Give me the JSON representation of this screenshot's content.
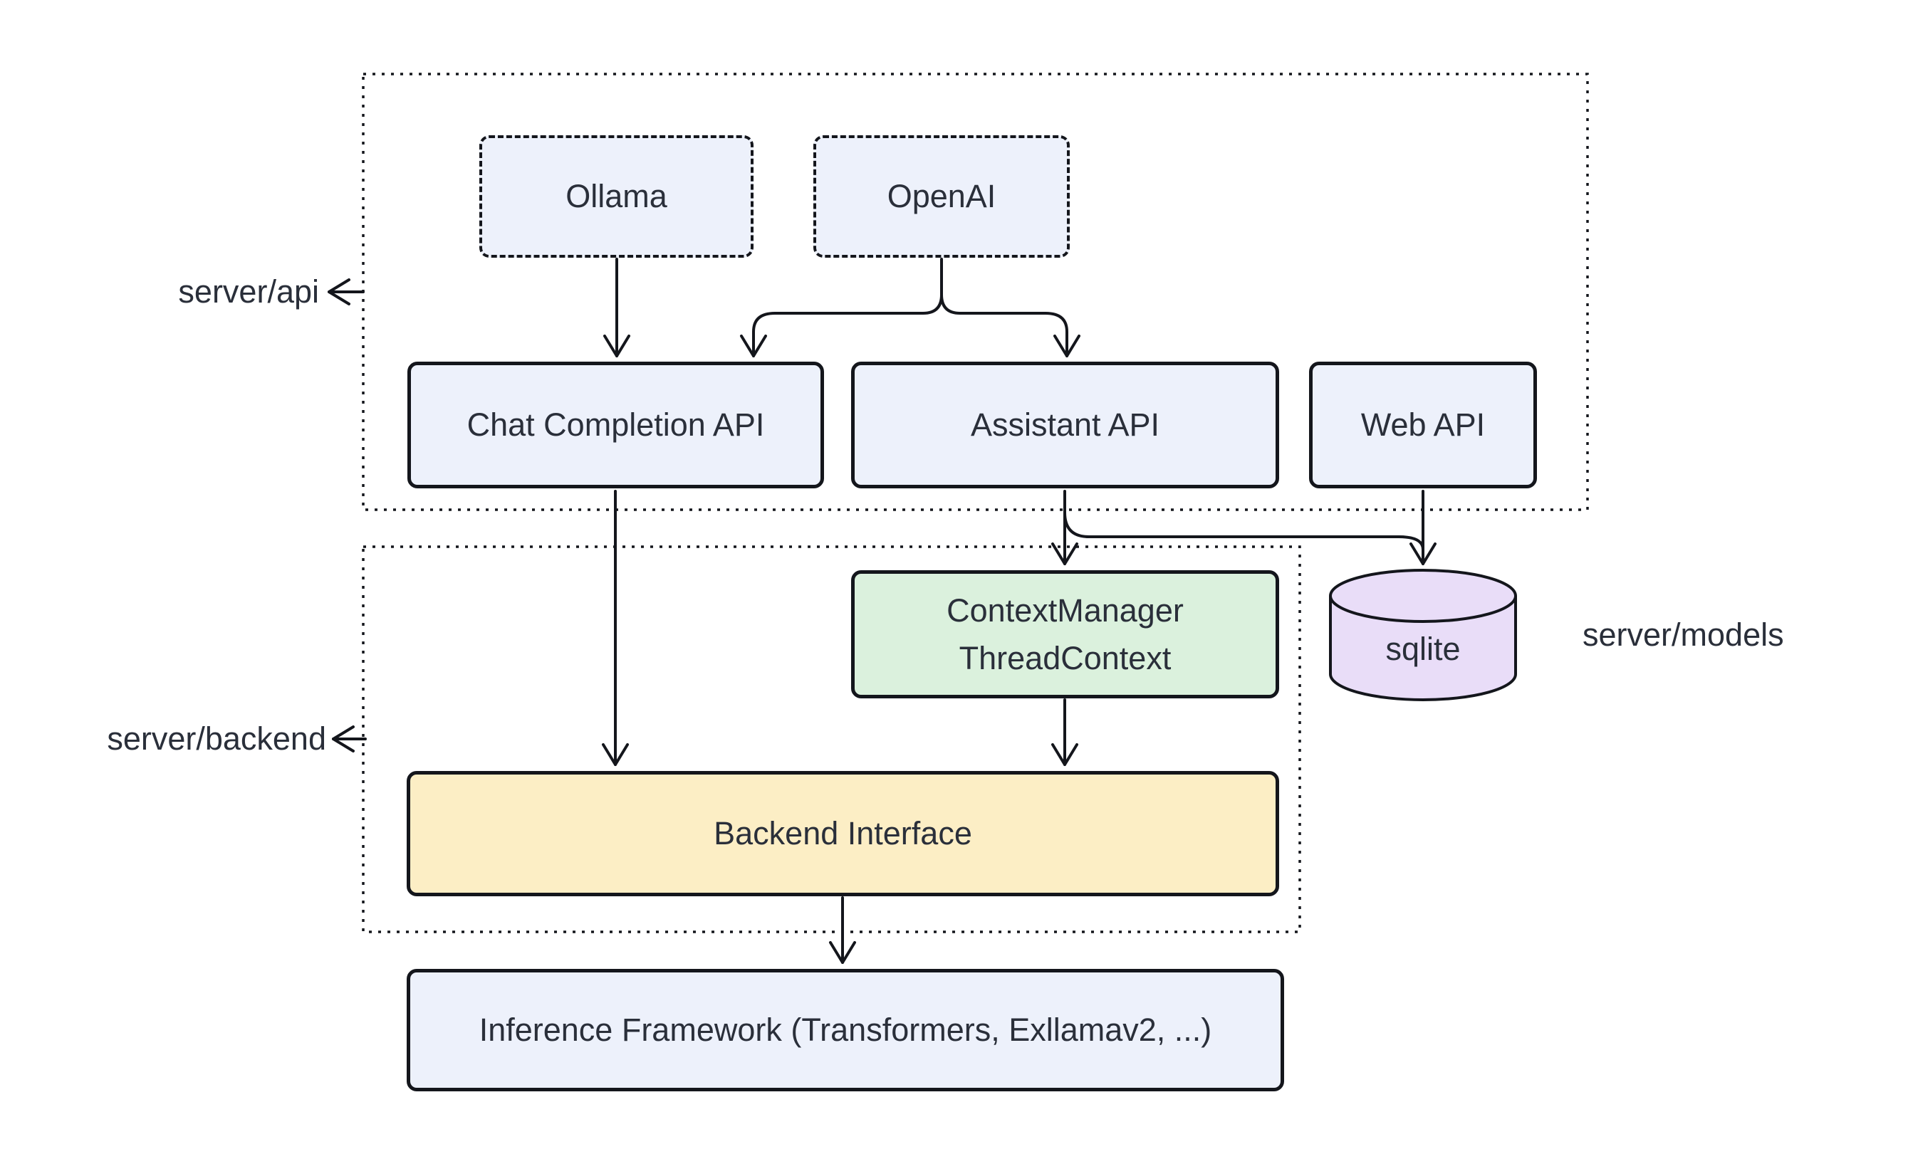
{
  "containers": {
    "server_api": {
      "label": "server/api"
    },
    "server_backend": {
      "label": "server/backend"
    }
  },
  "external_labels": {
    "server_models": "server/models"
  },
  "nodes": {
    "ollama": {
      "label": "Ollama"
    },
    "openai": {
      "label": "OpenAI"
    },
    "chat_completion_api": {
      "label": "Chat Completion API"
    },
    "assistant_api": {
      "label": "Assistant API"
    },
    "web_api": {
      "label": "Web API"
    },
    "context_manager": {
      "line1": "ContextManager",
      "line2": "ThreadContext"
    },
    "backend_interface": {
      "label": "Backend Interface"
    },
    "sqlite_db": {
      "label": "sqlite"
    },
    "inference_framework": {
      "label": "Inference Framework (Transformers, Exllamav2, ...)"
    }
  },
  "edges": [
    {
      "from": "Ollama",
      "to": "Chat Completion API"
    },
    {
      "from": "OpenAI",
      "to": "Chat Completion API"
    },
    {
      "from": "OpenAI",
      "to": "Assistant API"
    },
    {
      "from": "Chat Completion API",
      "to": "Backend Interface"
    },
    {
      "from": "Assistant API",
      "to": "ContextManager ThreadContext"
    },
    {
      "from": "Assistant API",
      "to": "sqlite"
    },
    {
      "from": "Web API",
      "to": "sqlite"
    },
    {
      "from": "ContextManager ThreadContext",
      "to": "Backend Interface"
    },
    {
      "from": "Backend Interface",
      "to": "Inference Framework (Transformers, Exllamav2, ...)"
    }
  ],
  "colors": {
    "background": "#ffffff",
    "node_blue": "#edf1fb",
    "node_green": "#dbf1dd",
    "node_yellow": "#fceec5",
    "node_purple": "#e9ddf8",
    "stroke": "#14161c",
    "text": "#2a2f3a"
  }
}
